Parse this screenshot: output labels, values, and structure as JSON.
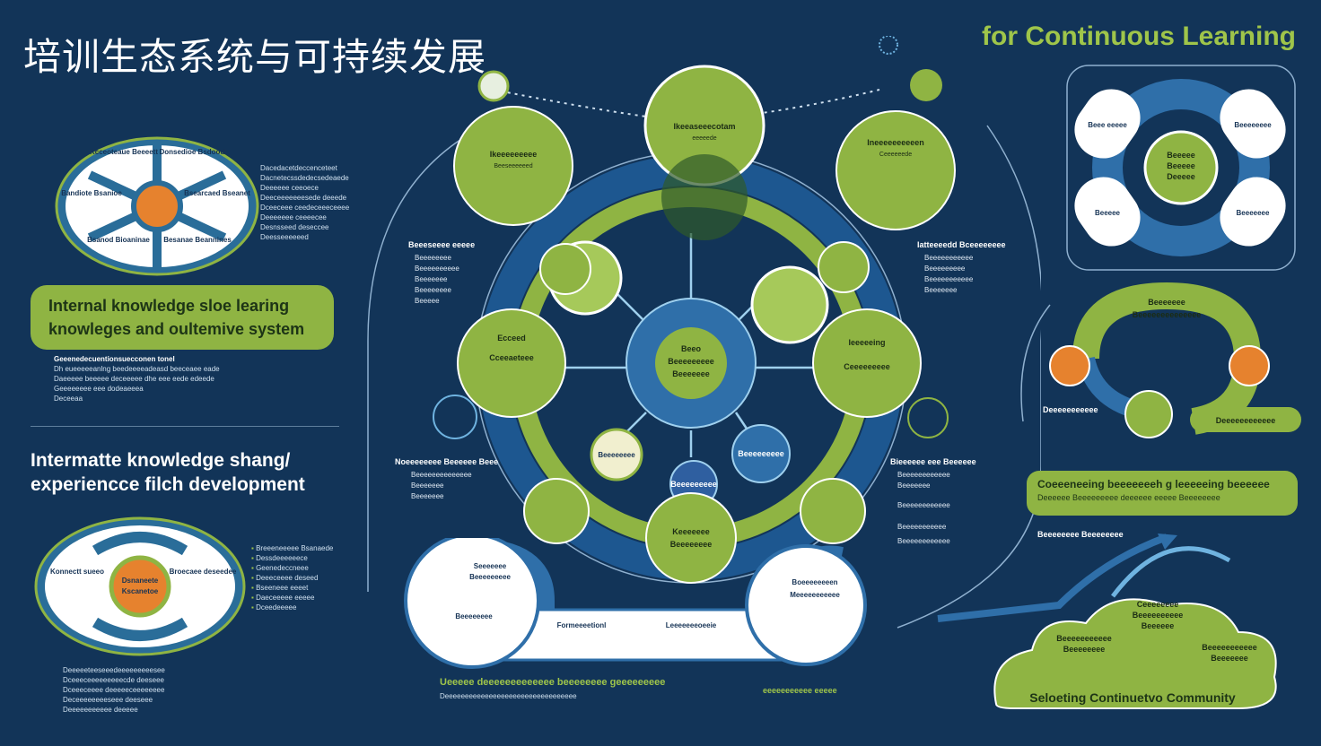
{
  "title_cn": "培训生态系统与可持续发展",
  "title_en": "for Continuous Learning",
  "left": {
    "pill1": {
      "line1": "Internal knowledge sloe learing",
      "line2": "knowleges and oultemive  system"
    },
    "pill1_desc_head": "Geeenedecuentionsuecconen tonel",
    "pill1_desc_lines": [
      "Dh eueeeeeanlng beedeeeeadeasd beeceaee eade",
      "Daeeeee beeeee deceeeee dhe eee eede edeede",
      "Geeeeeeee eee dodeaeeea",
      "Deceeaa"
    ],
    "heading2": {
      "line1": "Intermatte knowledge shang/",
      "line2": "experiencce filch development"
    },
    "top_ellipse_labels": [
      "Kcceoteaue Beeeett",
      "Donsedioe Bsdoodl",
      "Bandiote Bsanioe",
      "Bsearcaed Bseanet",
      "Bsanod Bioaninae",
      "Besanae Beannines"
    ],
    "top_ellipse_desc": [
      "Dacedacetdeccenceteet",
      "Dacnetecssdedecsedeaede",
      "Deeeeee ceeoece",
      "Deeceeeeeeesede deeede",
      "Dceeceee ceedeceeeceeee",
      "Deeeeeee ceeeecee",
      "Desnsseed deseccee",
      "Deesseeeeeed"
    ],
    "bottom_ellipse_labels": [
      "Konnectt sueeo",
      "Broecaee deseedee",
      "Dsnaneete",
      "Kscanetoe"
    ],
    "bottom_ellipse_bullets": [
      "Breeeneeeee Bsanaede",
      "Dessdeeeeeece",
      "Geenedeccneee",
      "Deeeceeee deseed",
      "Bseeneee eeeet",
      "Daeceeeee eeeee",
      "Dceedeeeee"
    ],
    "bottom_desc": [
      "Deeeeeteeseeedeeeeeeeeesee",
      "Dceeeceeeeeeeeecde deeseee",
      "Dceeeceeee deeeeeceeeeeeee",
      "Deceeeeeeeeseee deeseee",
      "Deeeeeeeeeee deeeee"
    ]
  },
  "center": {
    "top_node": {
      "title": "Ikeeaseeecotam",
      "sub": "eeeeede"
    },
    "left_top_node": {
      "title": "Ikeeeeeeeee",
      "sub": "Beeseeeeeed"
    },
    "right_top_node": {
      "title": "Ineeeeeeeeeen",
      "sub": "Ceeeeeede"
    },
    "left_node": {
      "title": "Ecceed",
      "sub": "Cceeaeteee"
    },
    "right_node": {
      "title": "Ieeeeeing",
      "sub": "Ceeeeeeeee"
    },
    "hub": {
      "line1": "Beeo",
      "line2": "Beeeeeeeee",
      "line3": "Beeeeeee"
    },
    "bottom_node": {
      "title": "Keeeeeee",
      "sub": "Beeeeeeee"
    },
    "mini_left": "Beeeeeeee",
    "mini_mid": "Beeeeeeeee",
    "mini_right": "Beeeeeeeee",
    "left_labels_head": "Beeeseeee eeeee",
    "left_labels": [
      "Beeeeeeee",
      "Beeeeeeeeee",
      "Beeeeeee",
      "Beeeeeeee",
      "Beeeee"
    ],
    "right_labels_head": "Iatteeeedd Bceeeeeeee",
    "right_labels": [
      "Beeeeeeeeeee",
      "Beeeeeeeee",
      "Beeeeeeeeeee",
      "Beeeeeee"
    ],
    "left_low_head": "Noeeeeeeee Beeeeee Beee",
    "left_low_lines": [
      "Beeeeeeeeeeeeee",
      "Beeeeeee",
      "Beeeeeee"
    ],
    "right_low_head": "Bieeeeee eee Beeeeee",
    "right_low_lines": [
      "Beeeeeeeeeeee",
      "Beeeeeee",
      "Beeeeeeeeeeee",
      "Beeeeeeeeeee",
      "Beeeeeeeeeeee"
    ]
  },
  "bottom_panel": {
    "node_left": {
      "title": "Seeeeeee",
      "sub": "Beeeeeeeee"
    },
    "node_left2": "Beeeeeeee",
    "node_right": {
      "title": "Boeeeeeeeen",
      "sub": "Meeeeeeeeeee"
    },
    "caption_left": "Formeeeetionl",
    "caption_right": "Leeeeeeeoeeie",
    "footer_green": "Ueeeee deeeeeeeeeeeee beeeeeeee geeeeeeeee",
    "footer_white": "Deeeeeeeeeeeeeeeeeeeeeeeeeeeeeeeee",
    "footer_right": "eeeeeeeeeee eeeee"
  },
  "right": {
    "loop_center": {
      "line1": "Beeeee",
      "line2": "Beeeee",
      "line3": "Deeeee"
    },
    "loop_pills": [
      "Beee eeeee",
      "Beeeeeeee",
      "Beeeee",
      "Beeeeeee"
    ],
    "mid_title": "Beeeeeee",
    "mid_sub": "Beeeeeeeeeeeeee",
    "side_left": "Deeeeeeeeeee",
    "side_right": "Deeeeeeeeeeee",
    "pill2": {
      "line1": "Coeeeneeing beeeeeeeh g leeeeeing beeeeee",
      "line2": "Deeeeee Beeeeeeeee deeeeee eeeee Beeeeeeee"
    },
    "arrow_head": "Beeeeeeee Beeeeeeee",
    "cloud_top": {
      "line1": "Ceeeeeeee",
      "line2": "Beeeeeeeeee",
      "line3": "Beeeeee"
    },
    "cloud_left": {
      "line1": "Beeeeeeeeeee",
      "line2": "Beeeeeeee"
    },
    "cloud_right": {
      "line1": "Beeeeeeeeeee",
      "line2": "Beeeeeee"
    },
    "cloud_footer": "Seloeting Continuetvo Community"
  },
  "colors": {
    "bg": "#123458",
    "green": "#8fb443",
    "blue": "#2f6fa9",
    "orange": "#e6822e",
    "ring": "#1d5790"
  }
}
